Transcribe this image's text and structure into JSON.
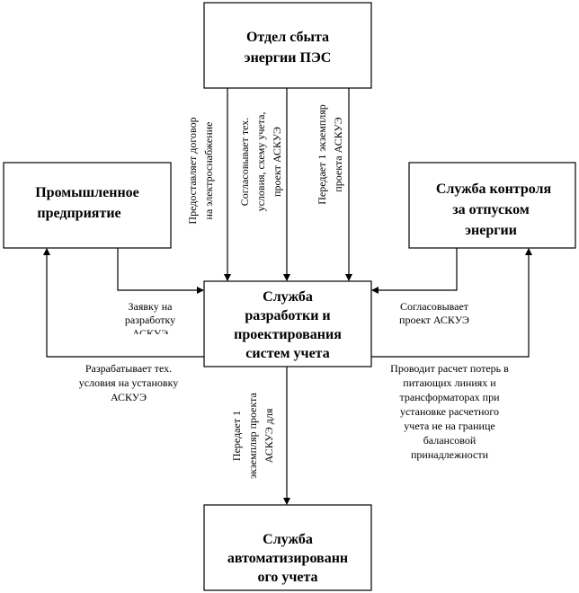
{
  "boxes": {
    "sales": [
      "Отдел сбыта",
      "энергии ПЭС"
    ],
    "enterprise": [
      "Промышленное",
      "предприятие"
    ],
    "control": [
      "Служба контроля",
      "за отпуском",
      "энергии"
    ],
    "design": [
      "Служба",
      "разработки и",
      "проектирования",
      "систем учета"
    ],
    "automation": [
      "Служба",
      "автоматизированн",
      "ого учета"
    ]
  },
  "labels": {
    "contract": [
      "Предоставляет договор",
      "на электроснабжение"
    ],
    "agree_conditions": [
      "Согласовывает тех.",
      "условия, схему учета,",
      "проект АСКУЭ"
    ],
    "pass_copy": [
      "Передает 1 экземпляр",
      "проекта АСКУЭ"
    ],
    "request": [
      "Заявку на",
      "разработку",
      "АСКУЭ"
    ],
    "develop_conditions": [
      "Разрабатывает тех.",
      "условия на установку",
      "АСКУЭ"
    ],
    "agree_project": [
      "Согласовывает",
      "проект АСКУЭ"
    ],
    "loss_calc": [
      "Проводит расчет потерь в",
      "питающих линиях и",
      "трансформаторах при",
      "установке расчетного",
      "учета не на границе",
      "балансовой",
      "принадлежности"
    ],
    "pass_copy_auto": [
      "Передает 1",
      "экземпляр проекта",
      "АСКУЭ для"
    ]
  }
}
